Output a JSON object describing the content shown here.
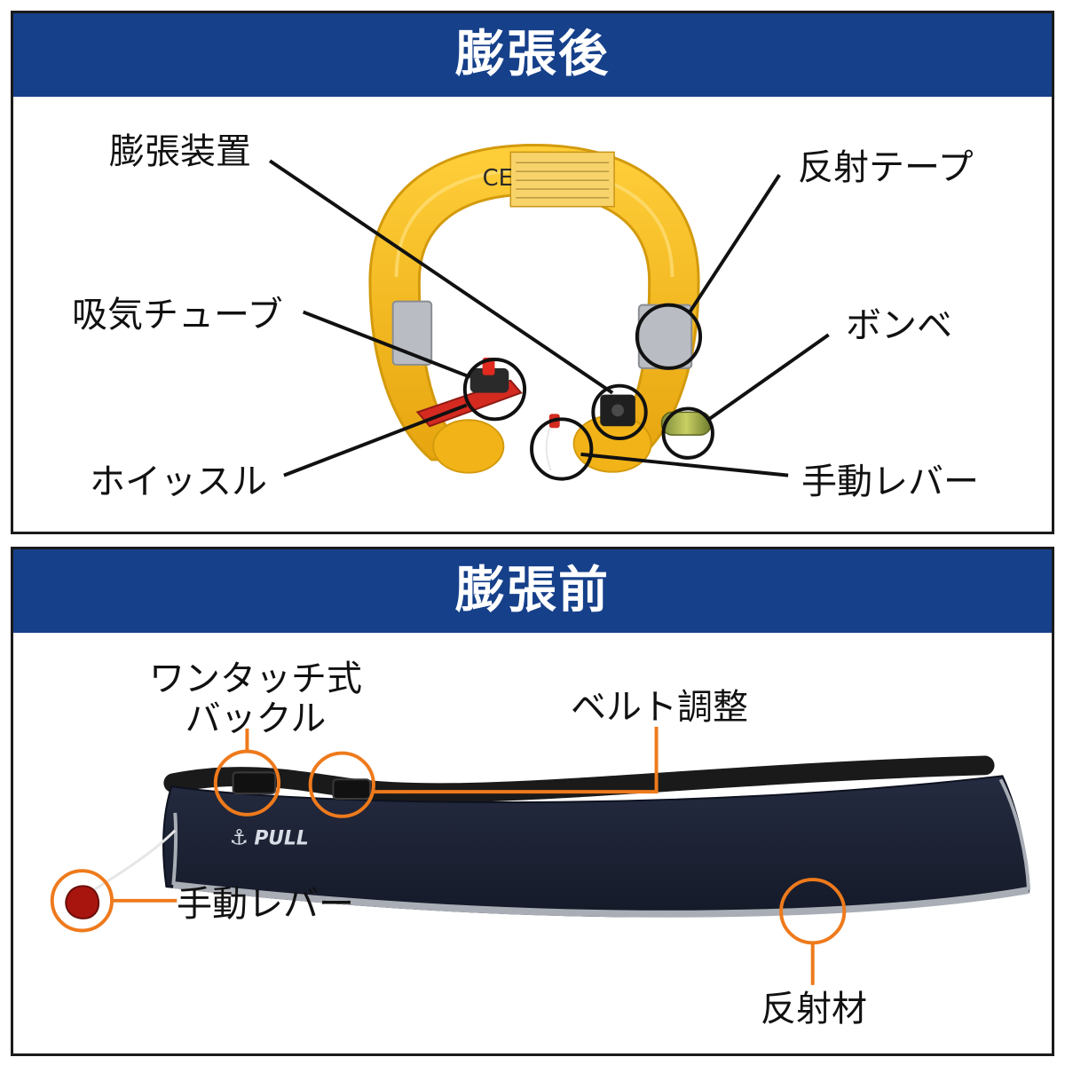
{
  "top_panel": {
    "title": "膨張後",
    "labels": {
      "inflator": "膨張装置",
      "reflective_tape": "反射テープ",
      "inflation_tube": "吸気チューブ",
      "cylinder": "ボンベ",
      "whistle": "ホイッスル",
      "manual_lever": "手動レバー"
    },
    "product_marks": {
      "ce": "CE"
    }
  },
  "bottom_panel": {
    "title": "膨張前",
    "labels": {
      "buckle_line1": "ワンタッチ式",
      "buckle_line2": "バックル",
      "belt_adjust": "ベルト調整",
      "manual_lever": "手動レバー",
      "reflective_material": "反射材"
    },
    "product_marks": {
      "pull": "PULL"
    }
  },
  "colors": {
    "header_blue": "#16408a",
    "ring_yellow": "#f3b515",
    "belt_navy": "#1c2235",
    "callout_orange": "#ee7a1c",
    "callout_black": "#111111"
  }
}
